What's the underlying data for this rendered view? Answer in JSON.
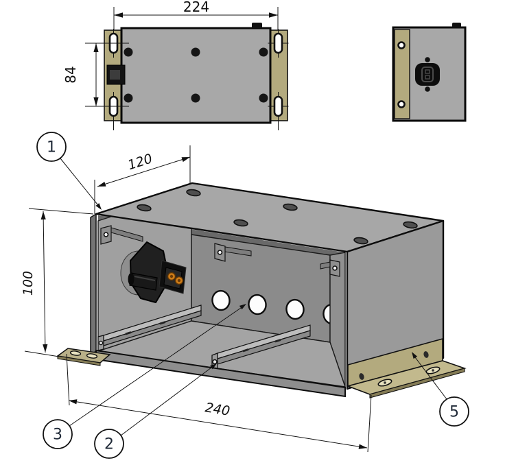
{
  "drawing": {
    "background": "#ffffff",
    "line_color": "#111111",
    "colors": {
      "body_gray": "#a7a7a7",
      "panel_gray": "#9a9a9a",
      "interior_gray": "#8b8b8b",
      "bracket_tan": "#b3aa7e",
      "bracket_tan_light": "#c2b98d",
      "connector_black": "#1c1c1c",
      "contact_orange": "#cf7d18"
    },
    "top_view": {
      "width": "224",
      "height": "84"
    },
    "iso_view": {
      "depth": "120",
      "height": "100",
      "length": "240"
    },
    "balloons": {
      "b1": "1",
      "b2": "2",
      "b3": "3",
      "b5": "5"
    }
  }
}
